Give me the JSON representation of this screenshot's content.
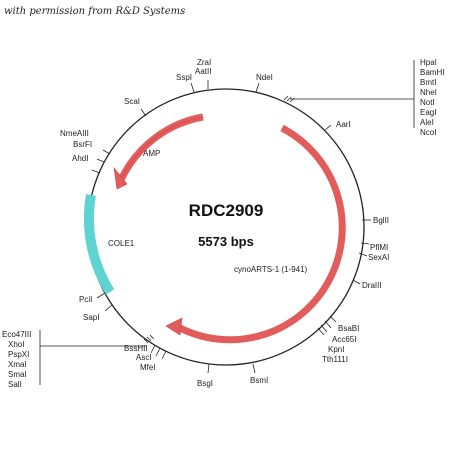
{
  "credit": "with permission from R&D Systems",
  "plasmid": {
    "name": "RDC2909",
    "size": "5573 bps"
  },
  "features": [
    {
      "label": "AMP",
      "color": "#e25c5c",
      "type": "arrow"
    },
    {
      "label": "COLE1",
      "color": "#5fd2d2",
      "type": "bar"
    },
    {
      "label": "cynoARTS-1 (1-941)",
      "color": "#e25c5c",
      "type": "arrow"
    }
  ],
  "sites": {
    "zral": "ZraI",
    "aatll": "AatII",
    "sspl": "SspI",
    "ndel": "NdeI",
    "scal": "ScaI",
    "aarl": "AarI",
    "nmeaiii": "NmeAIII",
    "bsrfl": "BsrFI",
    "ahdl": "AhdI",
    "bglii": "BglII",
    "pfimi": "PflMI",
    "sexal": "SexAI",
    "dralll": "DraIII",
    "bsabi": "BsaBI",
    "acc65i": "Acc65I",
    "kpni": "KpnI",
    "tth111i": "Tth111I",
    "bsml": "BsmI",
    "bsgl": "BsgI",
    "mfel": "MfeI",
    "ascl": "AscI",
    "bsshii": "BssHII",
    "sapl": "SapI",
    "pcil": "PciI"
  },
  "mcs_right": [
    "HpaI",
    "BamHI",
    "BmtI",
    "NheI",
    "NotI",
    "EagI",
    "AleI",
    "NcoI"
  ],
  "mcs_left": [
    "Eco47III",
    "XhoI",
    "PspXI",
    "XmaI",
    "SmaI",
    "SalI"
  ]
}
